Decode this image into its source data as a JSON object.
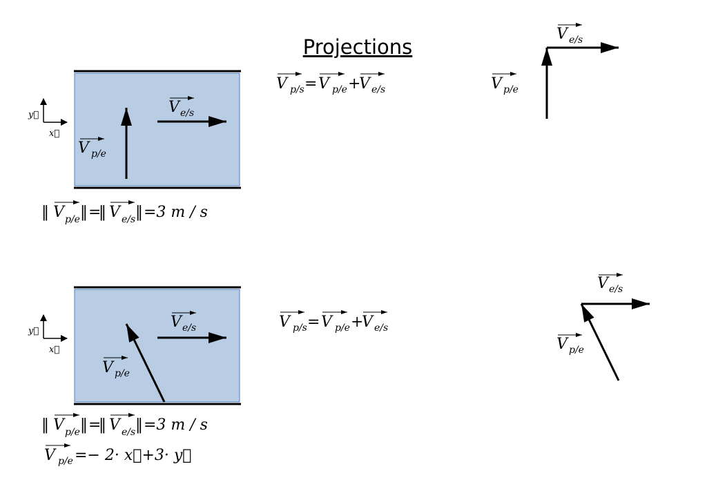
{
  "title": "Projections",
  "colors": {
    "river_fill": "#b8cce4",
    "river_border": "#4f81bd",
    "bank": "#000000",
    "arrow": "#000000"
  },
  "vectors": {
    "V": "V",
    "sub_ps": "p/s",
    "sub_pe": "p/e",
    "sub_es": "e/s"
  },
  "axes": {
    "x": "x⃗",
    "y": "y⃗"
  },
  "symbols": {
    "equals": "=",
    "plus": "+",
    "norm_bar": "‖",
    "norm_value": "=3 m / s",
    "components": "=− 2· x⃗+3· y⃗"
  },
  "scenarios": [
    {
      "id": "perpendicular",
      "norm_equation": "‖V_p/e‖ = ‖V_e/s‖ = 3 m/s",
      "relation": "V_p/s = V_p/e + V_e/s"
    },
    {
      "id": "angled",
      "norm_equation": "‖V_p/e‖ = ‖V_e/s‖ = 3 m/s",
      "relation": "V_p/s = V_p/e + V_e/s",
      "component_form": "V_p/e = −2·x + 3·y"
    }
  ]
}
